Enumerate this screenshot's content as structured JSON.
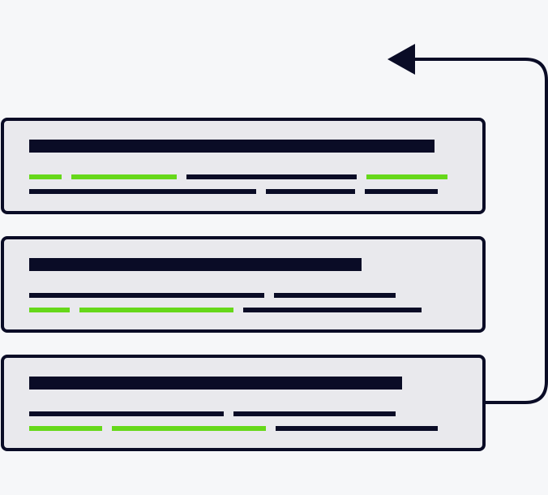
{
  "colors": {
    "background": "#f6f7f9",
    "card_fill": "#e9e9ed",
    "ink": "#0a0c26",
    "accent": "#66d81a"
  },
  "cards": [
    {
      "name": "card-1",
      "title_length": 0.5,
      "rows": [
        [
          [
            "accent",
            0.04
          ],
          [
            "accent",
            0.13
          ],
          [
            "ink",
            0.21
          ],
          [
            "accent",
            0.1
          ]
        ],
        [
          [
            "ink",
            0.28
          ],
          [
            "ink",
            0.11
          ],
          [
            "ink",
            0.09
          ]
        ]
      ]
    },
    {
      "name": "card-2",
      "title_length": 0.41,
      "rows": [
        [
          [
            "ink",
            0.29
          ],
          [
            "ink",
            0.15
          ]
        ],
        [
          [
            "accent",
            0.05
          ],
          [
            "accent",
            0.19
          ],
          [
            "ink",
            0.22
          ]
        ]
      ]
    },
    {
      "name": "card-3",
      "title_length": 0.46,
      "rows": [
        [
          [
            "ink",
            0.24
          ],
          [
            "ink",
            0.2
          ]
        ],
        [
          [
            "accent",
            0.09
          ],
          [
            "accent",
            0.19
          ],
          [
            "ink",
            0.2
          ]
        ]
      ]
    }
  ],
  "loop_arrow": {
    "icon": "loop-back-arrow-icon",
    "from": "card-3",
    "direction": "up"
  }
}
